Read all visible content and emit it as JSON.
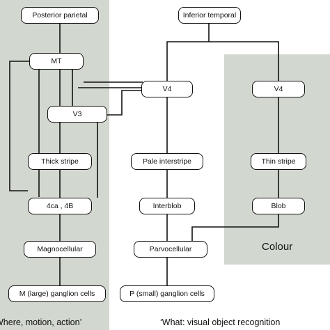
{
  "colors": {
    "shade": "#d2d8cf",
    "line": "#111111",
    "box_fill": "#ffffff",
    "box_border": "#111111"
  },
  "nodes": {
    "posterior_parietal": "Posterior parietal",
    "mt": "MT",
    "v3": "V3",
    "thick_stripe": "Thick stripe",
    "layer_4ca_4b": "4ca , 4B",
    "magnocellular": "Magnocellular",
    "m_ganglion": "M (large) ganglion cells",
    "inferior_temporal": "Inferior temporal",
    "v4_center": "V4",
    "pale_interstripe": "Pale interstripe",
    "interblob": "Interblob",
    "parvocellular": "Parvocellular",
    "p_ganglion": "P (small) ganglion cells",
    "v4_right": "V4",
    "thin_stripe": "Thin stripe",
    "blob": "Blob"
  },
  "captions": {
    "where_pathway": "Where, motion, action’",
    "what_pathway": "‘What: visual object recognition",
    "colour": "Colour"
  }
}
